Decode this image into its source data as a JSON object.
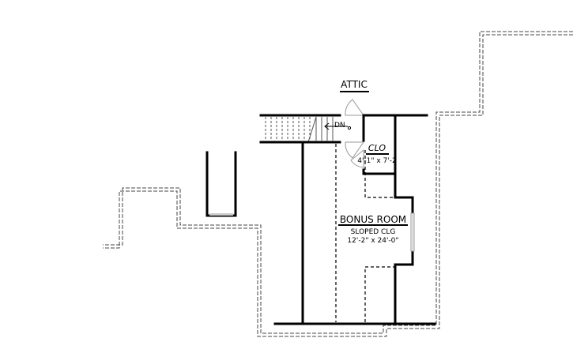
{
  "labels": {
    "attic": "ATTIC",
    "stair_direction": "DN",
    "closet_name": "CLO",
    "closet_size": "4'-1\" x 7'-2",
    "room_name": "BONUS ROOM",
    "room_note": "SLOPED CLG",
    "room_size": "12'-2\" x 24'-0\""
  }
}
